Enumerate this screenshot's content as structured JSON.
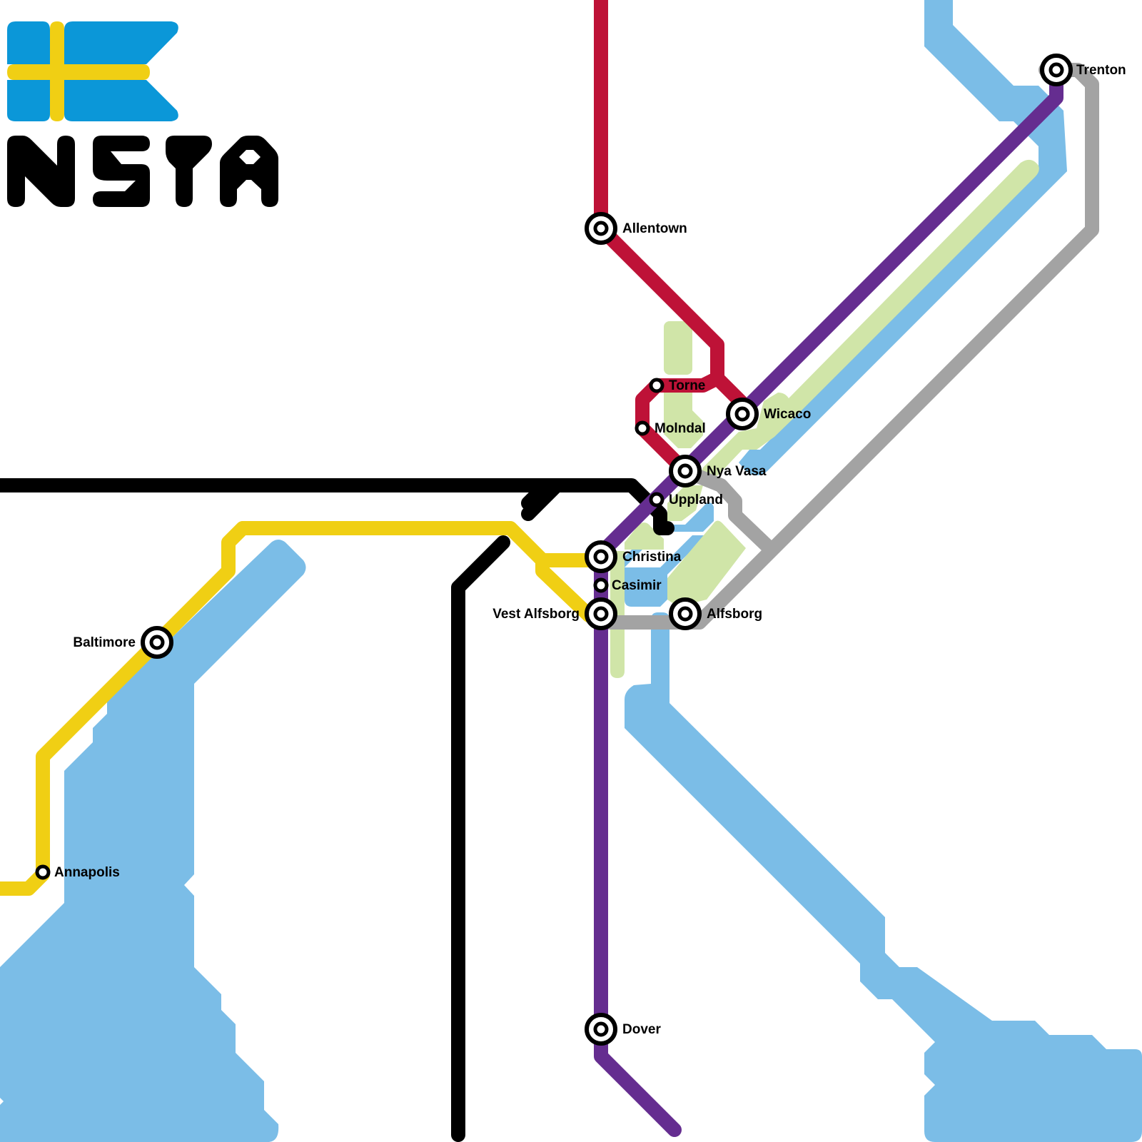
{
  "logo": {
    "wordmark": "NSTA",
    "flag_colors": {
      "field": "#0b97d8",
      "cross": "#f0cf14"
    }
  },
  "colors": {
    "water": "#7bbde7",
    "park": "#d0e5a8",
    "background": "#ffffff",
    "station_ring": "#000000"
  },
  "lines": [
    {
      "id": "red",
      "color": "#be1237",
      "stations": [
        "Allentown",
        "Torne",
        "Molndal",
        "Wicaco",
        "Nya Vasa"
      ]
    },
    {
      "id": "purple",
      "color": "#652d90",
      "stations": [
        "Trenton",
        "Wicaco",
        "Nya Vasa",
        "Uppland",
        "Christina",
        "Casimir",
        "Vest Alfsborg",
        "Dover"
      ]
    },
    {
      "id": "yellow",
      "color": "#f0cf14",
      "stations": [
        "Annapolis",
        "Baltimore",
        "Christina",
        "Vest Alfsborg"
      ]
    },
    {
      "id": "black",
      "color": "#000000",
      "stations": [
        "Uppland"
      ]
    },
    {
      "id": "grey",
      "color": "#a3a3a3",
      "stations": [
        "Trenton",
        "Nya Vasa",
        "Alfsborg",
        "Vest Alfsborg"
      ]
    }
  ],
  "stations": [
    {
      "name": "Allentown",
      "type": "interchange"
    },
    {
      "name": "Torne",
      "type": "local"
    },
    {
      "name": "Molndal",
      "type": "local"
    },
    {
      "name": "Wicaco",
      "type": "interchange"
    },
    {
      "name": "Nya Vasa",
      "type": "interchange"
    },
    {
      "name": "Uppland",
      "type": "local"
    },
    {
      "name": "Christina",
      "type": "interchange"
    },
    {
      "name": "Casimir",
      "type": "local"
    },
    {
      "name": "Vest Alfsborg",
      "type": "interchange"
    },
    {
      "name": "Alfsborg",
      "type": "interchange"
    },
    {
      "name": "Trenton",
      "type": "interchange"
    },
    {
      "name": "Baltimore",
      "type": "interchange"
    },
    {
      "name": "Annapolis",
      "type": "local"
    },
    {
      "name": "Dover",
      "type": "interchange"
    }
  ]
}
